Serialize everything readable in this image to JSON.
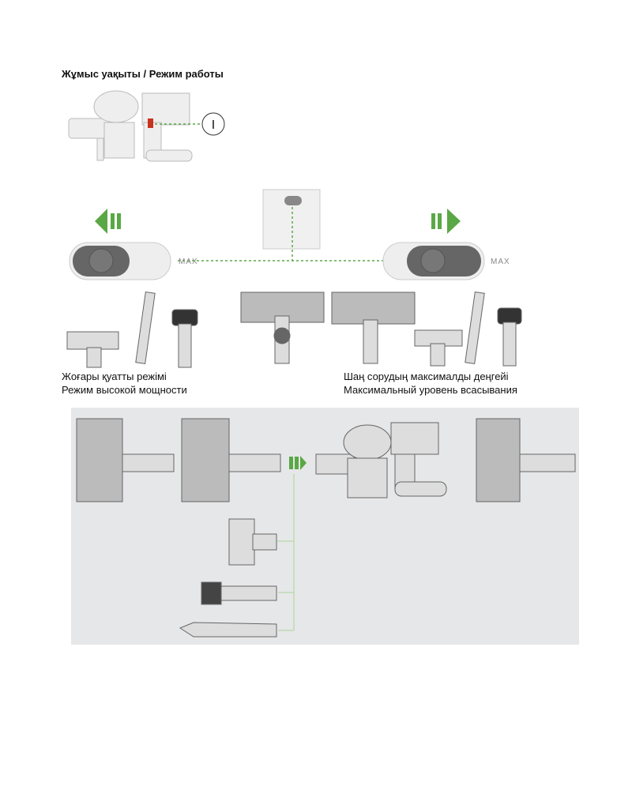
{
  "title": "Жұмыс уақыты / Режим работы",
  "switch_symbol": "I",
  "max_label": "MAX",
  "left_caption": {
    "kk": "Жоғары қуатты режімі",
    "ru": "Режим высокой мощности"
  },
  "right_caption": {
    "kk": "Шаң сорудың максималды деңгейі",
    "ru": "Максимальный уровень всасывания"
  },
  "colors": {
    "accent_green": "#5aa845",
    "trigger_red": "#c8321e",
    "panel_bg": "#e6e7e8"
  }
}
